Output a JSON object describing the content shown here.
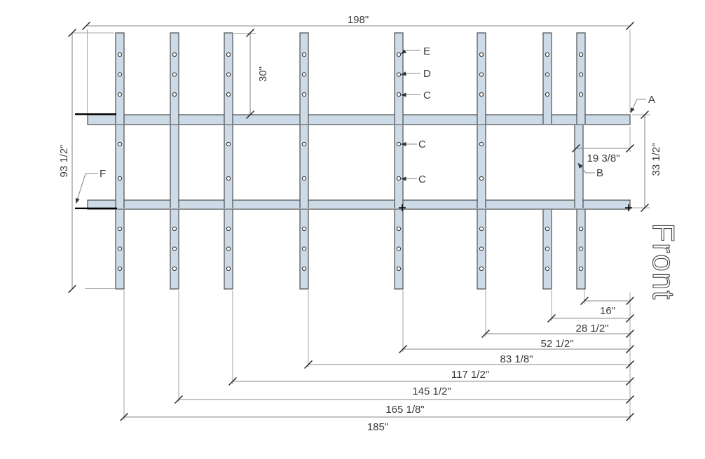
{
  "view_label": "Front",
  "dimensions": {
    "overall_width": "198\"",
    "overall_height": "93 1/2\"",
    "top_post_height": "30\"",
    "rail_band_height": "33 1/2\"",
    "stub_to_right_end": "19 3/8\"",
    "chain_from_right": [
      "16\"",
      "28 1/2\"",
      "52 1/2\"",
      "83 1/8\"",
      "117 1/2\"",
      "145 1/2\"",
      "165 1/8\"",
      "185\""
    ]
  },
  "callouts": {
    "a": "A",
    "b": "B",
    "c_top": "C",
    "d": "D",
    "e": "E",
    "c_mid_upper": "C",
    "c_mid_lower": "C",
    "f": "F"
  },
  "colors": {
    "steel_fill": "#ccdbe7",
    "steel_outline": "#4d4d4d",
    "dim_line": "#8a8a8a",
    "ext_line": "#a5a5a5",
    "tick": "#262626",
    "text": "#3c3c3c",
    "accent": "#000000"
  }
}
